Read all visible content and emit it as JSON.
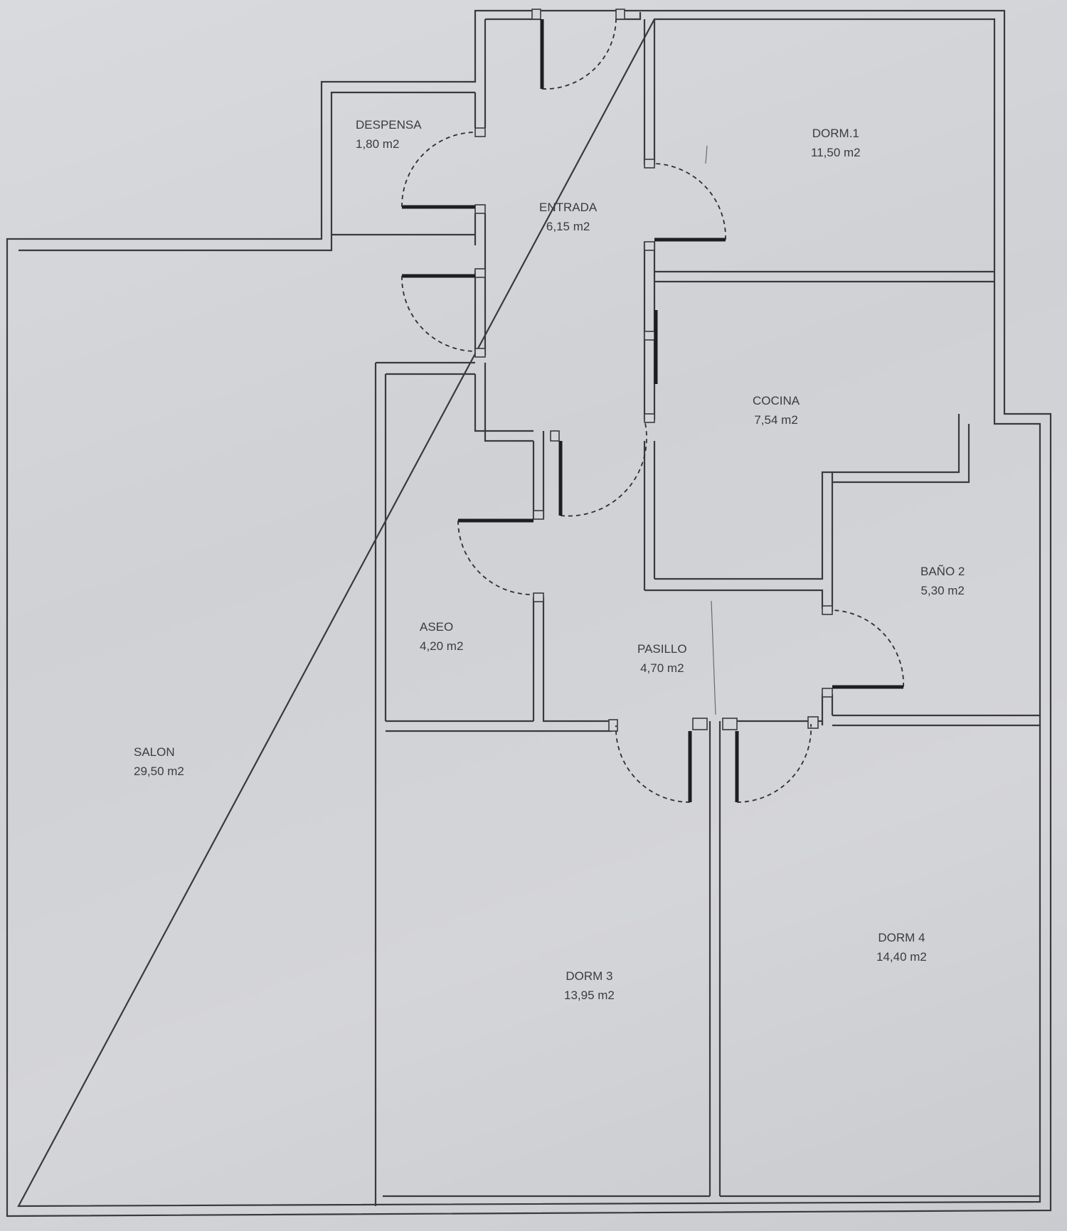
{
  "plan": {
    "wall_color": "#3a3a3e",
    "paper_color": "#d2d3d7",
    "rooms": {
      "despensa": {
        "name": "DESPENSA",
        "area": "1,80 m2"
      },
      "entrada": {
        "name": "ENTRADA",
        "area": "6,15 m2"
      },
      "dorm1": {
        "name": "DORM.1",
        "area": "11,50 m2"
      },
      "cocina": {
        "name": "COCINA",
        "area": "7,54 m2"
      },
      "bano2": {
        "name": "BAÑO 2",
        "area": "5,30 m2"
      },
      "aseo": {
        "name": "ASEO",
        "area": "4,20 m2"
      },
      "pasillo": {
        "name": "PASILLO",
        "area": "4,70 m2"
      },
      "salon": {
        "name": "SALON",
        "area": "29,50 m2"
      },
      "dorm3": {
        "name": "DORM 3",
        "area": "13,95 m2"
      },
      "dorm4": {
        "name": "DORM 4",
        "area": "14,40 m2"
      }
    }
  }
}
